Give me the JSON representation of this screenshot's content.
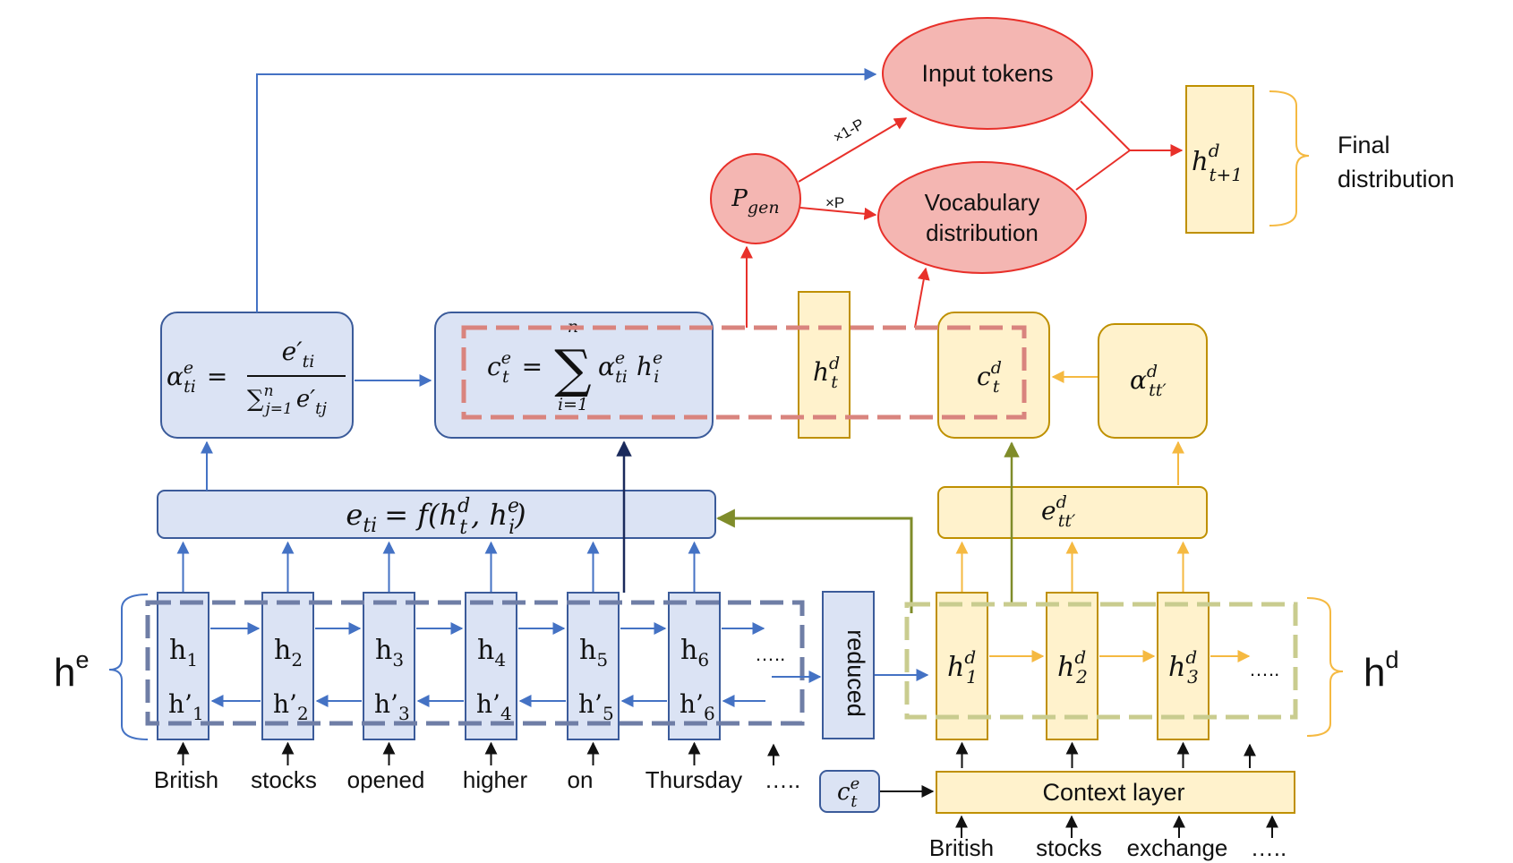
{
  "colors": {
    "blue_fill": "#dbe3f4",
    "blue_stroke": "#3b5b9a",
    "blue_arrow": "#4472c4",
    "dark_navy_arrow": "#1a2a5c",
    "yellow_fill": "#fff2cc",
    "yellow_stroke": "#bf9000",
    "yellow_arrow": "#f5b941",
    "olive_arrow": "#7f8c2a",
    "red_fill": "#f4b6b2",
    "red_stroke": "#e8302a",
    "red_dash": "#d9847e",
    "grey_dash": "#6f7ea6",
    "olive_dash": "#c9cc8f"
  },
  "output": {
    "input_tokens": "Input tokens",
    "vocab_line1": "Vocabulary",
    "vocab_line2": "distribution",
    "pgen_base": "P",
    "pgen_sub": "gen",
    "edge_1p": "×1-P",
    "edge_p": "×P",
    "hd_next_base": "h",
    "hd_next_sup": "d",
    "hd_next_sub": "t+1",
    "final_line1": "Final",
    "final_line2": "distribution"
  },
  "encoder": {
    "group_label_base": "h",
    "group_label_sup": "e",
    "cells": [
      {
        "top": "h",
        "top_sub": "1",
        "bottom": "h’",
        "bottom_sub": "1"
      },
      {
        "top": "h",
        "top_sub": "2",
        "bottom": "h’",
        "bottom_sub": "2"
      },
      {
        "top": "h",
        "top_sub": "3",
        "bottom": "h’",
        "bottom_sub": "3"
      },
      {
        "top": "h",
        "top_sub": "4",
        "bottom": "h’",
        "bottom_sub": "4"
      },
      {
        "top": "h",
        "top_sub": "5",
        "bottom": "h’",
        "bottom_sub": "5"
      },
      {
        "top": "h",
        "top_sub": "6",
        "bottom": "h’",
        "bottom_sub": "6"
      }
    ],
    "ellipsis": "…..",
    "words": [
      "British",
      "stocks",
      "opened",
      "higher",
      "on",
      "Thursday",
      "….."
    ],
    "reduced": "reduced"
  },
  "attention_enc": {
    "score_lhs": "e",
    "score_lhs_sub": "ti",
    "score_rhs": "= f(h",
    "score_rhs_hd_sup": "d",
    "score_rhs_hd_sub": "t",
    "score_rhs_mid": ", h",
    "score_rhs_he_sup": "e",
    "score_rhs_he_sub": "i",
    "score_rhs_end": ")",
    "alpha_lhs": "α",
    "alpha_lhs_sup": "e",
    "alpha_lhs_sub": "ti",
    "alpha_eq": "=",
    "alpha_num": "e′",
    "alpha_num_sub": "ti",
    "alpha_den_sum": "∑",
    "alpha_den_limits_top": "n",
    "alpha_den_limits_bottom": "j=1",
    "alpha_den_term": "e′",
    "alpha_den_term_sub": "tj",
    "ctx_lhs": "c",
    "ctx_lhs_sup": "e",
    "ctx_lhs_sub": "t",
    "ctx_eq": "=",
    "ctx_sum": "∑",
    "ctx_sum_top": "n",
    "ctx_sum_bottom": "i=1",
    "ctx_term1": "α",
    "ctx_term1_sup": "e",
    "ctx_term1_sub": "ti",
    "ctx_term2": "h",
    "ctx_term2_sup": "e",
    "ctx_term2_sub": "i"
  },
  "decoder": {
    "group_label_base": "h",
    "group_label_sup": "d",
    "cells": [
      {
        "base": "h",
        "sup": "d",
        "sub": "1"
      },
      {
        "base": "h",
        "sup": "d",
        "sub": "2"
      },
      {
        "base": "h",
        "sup": "d",
        "sub": "3"
      }
    ],
    "ellipsis": "…..",
    "hd_t_base": "h",
    "hd_t_sup": "d",
    "hd_t_sub": "t",
    "cd_base": "c",
    "cd_sup": "d",
    "cd_sub": "t",
    "alpha_base": "α",
    "alpha_sup": "d",
    "alpha_sub": "tt′",
    "e_base": "e",
    "e_sup": "d",
    "e_sub": "tt′",
    "ctx_layer": "Context layer",
    "cte_base": "c",
    "cte_sup": "e",
    "cte_sub": "t",
    "words": [
      "British",
      "stocks",
      "exchange",
      "….."
    ]
  }
}
